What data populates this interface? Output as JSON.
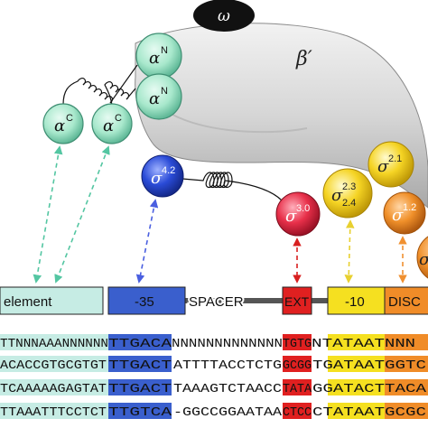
{
  "polymerase": {
    "omega": "ω",
    "beta_prime": "β′",
    "alpha": "α",
    "sigma": "σ",
    "sup_N": "N",
    "sup_C": "C",
    "sup_42": "4.2",
    "sup_30": "3.0",
    "sup_23": "2.3",
    "sub_24": "2.4",
    "sup_21": "2.1",
    "sup_12": "1.2",
    "clipped_right": "σ"
  },
  "promoter_bar": {
    "element": "element",
    "minus35": "-35",
    "spacer": "SPACER",
    "ext": "EXT",
    "minus10": "-10",
    "disc": "DISC"
  },
  "sequences": [
    {
      "before": "TTNNNAAANNNNNN",
      "box35": "TTGACA",
      "spacer": "NNNNNNNNNNNNN",
      "ext": "TGTG",
      "box10": "NTATAAT",
      "disc": "NNN"
    },
    {
      "before": "ACACCGTGCGTGT",
      "box35": "TTGACT",
      "spacer": "ATTTTACCTCTG",
      "ext": "GCGG",
      "box10": "TGATAAT",
      "disc": "GGTC"
    },
    {
      "before": "TCAAAAAGAGTAT",
      "box35": "TTGACT",
      "spacer": "TAAAGTCTAACC",
      "ext": "TATA",
      "box10": "GGATACT",
      "disc": "TACA"
    },
    {
      "before": "TTAAATTTCCTCT",
      "box35": "TTGTCA",
      "spacer": "-GGCCGGAATAA",
      "ext": "CTCC",
      "box10": "CTATAAT",
      "disc": "GCGC"
    }
  ],
  "colors": {
    "element": "#c6ece4",
    "minus35": "#3a5fcd",
    "ext": "#e02020",
    "minus10": "#f5e020",
    "disc": "#f08c28",
    "alpha": "#a8e8cc",
    "beta_body": "#d4d4d4",
    "sigma42": "#2a4bd7",
    "sigma30": "#e8304a",
    "sigma23": "#f5d424",
    "sigma12": "#f0902a"
  }
}
